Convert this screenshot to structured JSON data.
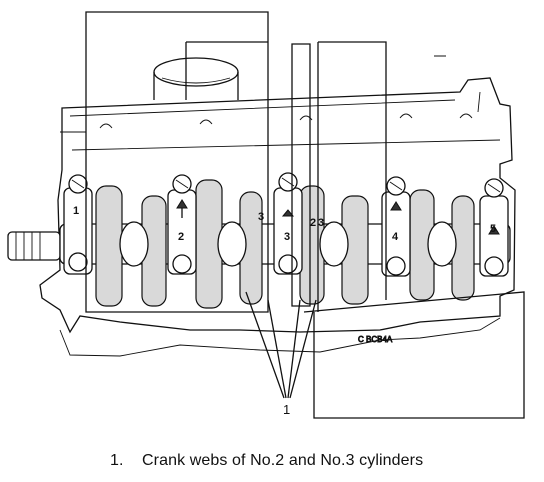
{
  "figure": {
    "journal_labels": [
      "1",
      "2",
      "3",
      "4",
      "5"
    ],
    "web_labels": [
      "3",
      "2",
      "3"
    ],
    "side_marks": [
      "↑",
      "↑"
    ],
    "callout_number": "1",
    "casting_mark": "C BCB4A"
  },
  "caption": {
    "number": "1.",
    "text": "Crank webs of No.2 and No.3 cylinders"
  }
}
